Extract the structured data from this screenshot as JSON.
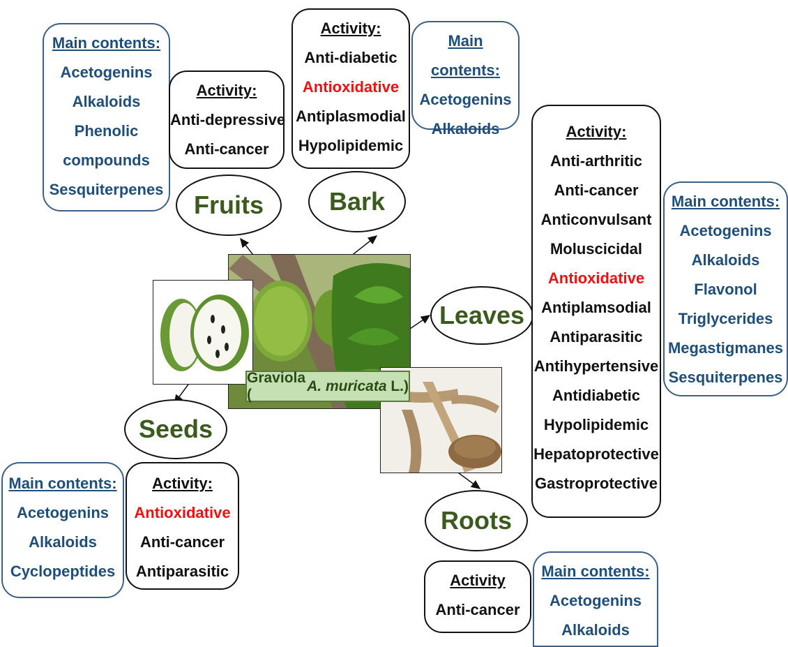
{
  "center_label": {
    "prefix": "Graviola (",
    "species": "A. muricata",
    "suffix": " L.)"
  },
  "fruits": {
    "name": "Fruits",
    "activity": {
      "heading": "Activity",
      "items": [
        {
          "text": "Anti-depressive",
          "highlight": false
        },
        {
          "text": "Anti-cancer",
          "highlight": false
        }
      ]
    },
    "main_contents": {
      "heading": "Main contents",
      "items": [
        "Acetogenins",
        "Alkaloids",
        "Phenolic",
        "compounds",
        "Sesquiterpenes"
      ]
    }
  },
  "bark": {
    "name": "Bark",
    "activity": {
      "heading": "Activity",
      "items": [
        {
          "text": "Anti-diabetic",
          "highlight": false
        },
        {
          "text": "Antioxidative",
          "highlight": true
        },
        {
          "text": "Antiplasmodial",
          "highlight": false
        },
        {
          "text": "Hypolipidemic",
          "highlight": false
        }
      ]
    },
    "main_contents": {
      "heading": "Main contents",
      "items": [
        "Acetogenins",
        "Alkaloids"
      ]
    }
  },
  "leaves": {
    "name": "Leaves",
    "activity": {
      "heading": "Activity",
      "items": [
        {
          "text": "Anti-arthritic",
          "highlight": false
        },
        {
          "text": "Anti-cancer",
          "highlight": false
        },
        {
          "text": "Anticonvulsant",
          "highlight": false
        },
        {
          "text": "Moluscicidal",
          "highlight": false
        },
        {
          "text": "Antioxidative",
          "highlight": true
        },
        {
          "text": "Antiplamsodial",
          "highlight": false
        },
        {
          "text": "Antiparasitic",
          "highlight": false
        },
        {
          "text": "Antihypertensive",
          "highlight": false
        },
        {
          "text": "Antidiabetic",
          "highlight": false
        },
        {
          "text": "Hypolipidemic",
          "highlight": false
        },
        {
          "text": "Hepatoprotective",
          "highlight": false
        },
        {
          "text": "Gastroprotective",
          "highlight": false
        }
      ]
    },
    "main_contents": {
      "heading": "Main contents",
      "items": [
        "Acetogenins",
        "Alkaloids",
        "Flavonol",
        "Triglycerides",
        "Megastigmanes",
        "Sesquiterpenes"
      ]
    }
  },
  "seeds": {
    "name": "Seeds",
    "activity": {
      "heading": "Activity",
      "items": [
        {
          "text": "Antioxidative",
          "highlight": true
        },
        {
          "text": "Anti-cancer",
          "highlight": false
        },
        {
          "text": "Antiparasitic",
          "highlight": false
        }
      ]
    },
    "main_contents": {
      "heading": "Main contents",
      "items": [
        "Acetogenins",
        "Alkaloids",
        "Cyclopeptides"
      ]
    }
  },
  "roots": {
    "name": "Roots",
    "activity": {
      "heading": "Activity",
      "colon": false,
      "items": [
        {
          "text": "Anti-cancer",
          "highlight": false
        }
      ]
    },
    "main_contents": {
      "heading": "Main contents",
      "items": [
        "Acetogenins",
        "Alkaloids"
      ]
    }
  },
  "colors": {
    "activity_text": "#111111",
    "highlight": "#ee1111",
    "main_contents_text": "#1f4e79",
    "part_name": "#3b5a1e",
    "label_fill": "#c5e0b3"
  }
}
